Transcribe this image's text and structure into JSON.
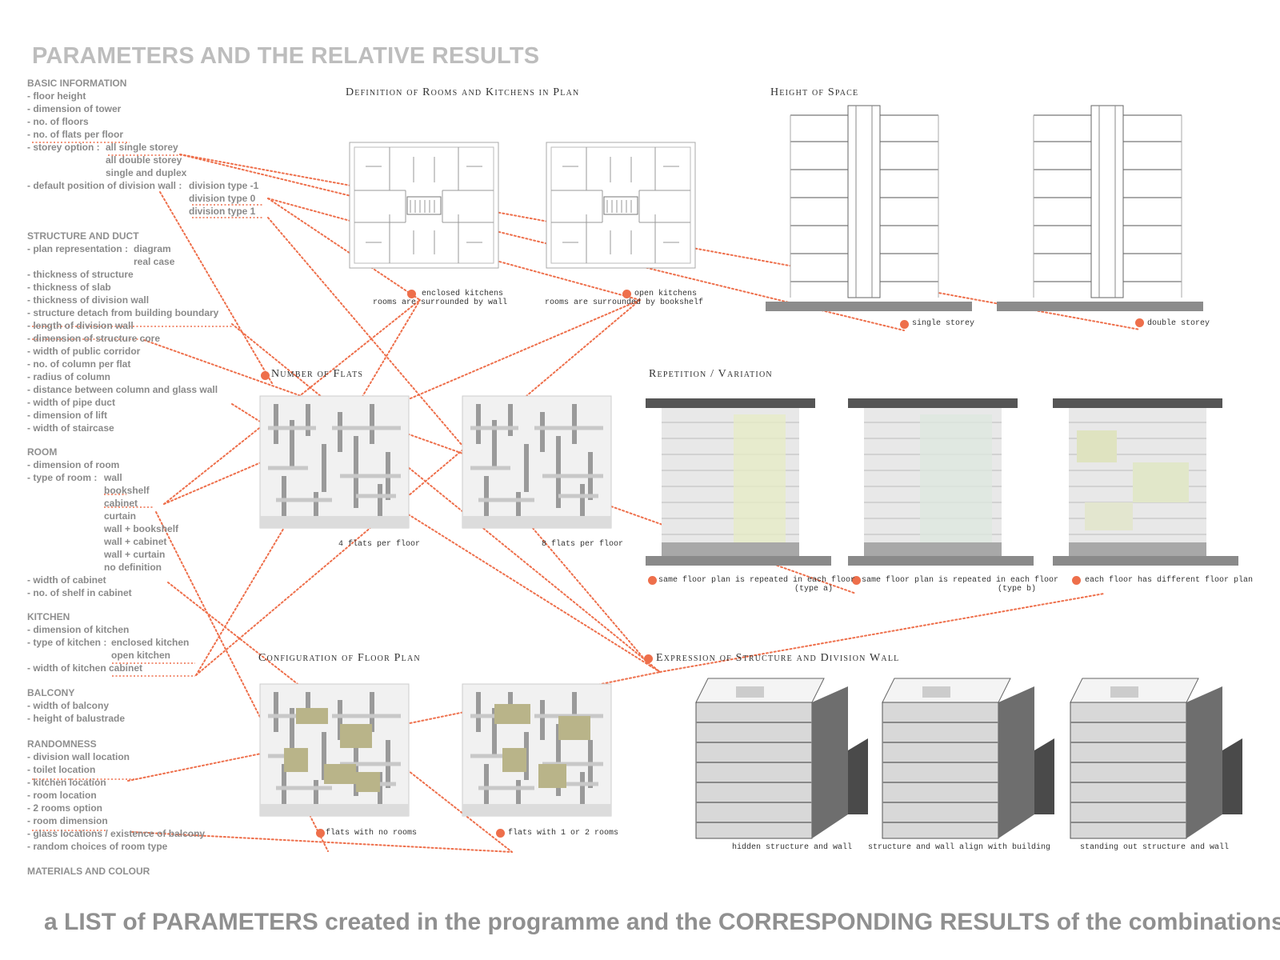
{
  "title": "PARAMETERS AND THE RELATIVE RESULTS",
  "caption": "a LIST of PARAMETERS created in the programme and the CORRESPONDING RESULTS of the combinations",
  "colors": {
    "accent": "#ee6f4b",
    "title": "#bdbdbd",
    "text": "#8a8a8a",
    "olive": "#b9b489"
  },
  "parameters": {
    "basic": {
      "heading": "BASIC INFORMATION",
      "items": [
        "- floor height",
        "- dimension of tower",
        "- no. of floors",
        "- no. of flats per floor",
        "- storey option :",
        "- default position of division wall :"
      ],
      "storey_options": [
        "all single storey",
        "all double storey",
        "single and duplex"
      ],
      "division_options": [
        "division type -1",
        "division type 0",
        "division type 1"
      ]
    },
    "structure": {
      "heading": "STRUCTURE AND DUCT",
      "items": [
        "- plan representation :",
        "- thickness of structure",
        "- thickness of slab",
        "- thickness of division wall",
        "- structure detach from building boundary",
        "- length of division wall",
        "- dimension of structure core",
        "- width of public corridor",
        "- no. of column per flat",
        "- radius of column",
        "- distance between column and glass wall",
        "- width of pipe duct",
        "- dimension of lift",
        "- width of staircase"
      ],
      "plan_options": [
        "diagram",
        "real case"
      ]
    },
    "room": {
      "heading": "ROOM",
      "items": [
        "- dimension of room",
        "- type of room :",
        "- width of cabinet",
        "- no. of shelf in cabinet"
      ],
      "room_types": [
        "wall",
        "bookshelf",
        "cabinet",
        "curtain",
        "wall + bookshelf",
        "wall + cabinet",
        "wall + curtain",
        "no definition"
      ]
    },
    "kitchen": {
      "heading": "KITCHEN",
      "items": [
        "- dimension of kitchen",
        "- type of kitchen :",
        "- width of kitchen cabinet"
      ],
      "kitchen_types": [
        "enclosed kitchen",
        "open kitchen"
      ]
    },
    "balcony": {
      "heading": "BALCONY",
      "items": [
        "- width of balcony",
        "- height of balustrade"
      ]
    },
    "randomness": {
      "heading": "RANDOMNESS",
      "items": [
        "- division wall location",
        "- toilet location",
        "- kitchen location",
        "- room location",
        "- 2 rooms option",
        "- room dimension",
        "- glass locations / existence of balcony",
        "- random choices of room type"
      ]
    },
    "materials": {
      "heading": "MATERIALS AND COLOUR"
    }
  },
  "sections": {
    "rooms_kitchens": {
      "title": "Definition of Rooms and Kitchens in Plan",
      "captions": [
        {
          "line1": "enclosed kitchens",
          "line2": "rooms are surrounded by wall"
        },
        {
          "line1": "open kitchens",
          "line2": "rooms are surrounded by bookshelf"
        }
      ]
    },
    "height": {
      "title": "Height of Space",
      "captions": [
        "single storey",
        "double storey"
      ]
    },
    "flats": {
      "title": "Number of Flats",
      "captions": [
        "4 flats per floor",
        "8 flats per floor"
      ]
    },
    "repetition": {
      "title": "Repetition / Variation",
      "captions": [
        {
          "line1": "same floor plan is repeated in each floor",
          "line2": "(type a)"
        },
        {
          "line1": "same floor plan is repeated in each floor",
          "line2": "(type b)"
        },
        {
          "line1": "each floor has different floor plan",
          "line2": ""
        }
      ]
    },
    "configuration": {
      "title": "Configuration of Floor Plan",
      "captions": [
        "flats with no rooms",
        "flats with 1 or 2 rooms"
      ]
    },
    "expression": {
      "title": "Expression of Structure and Division Wall",
      "captions": [
        "hidden structure and wall",
        "structure and wall align with building",
        "standing out structure and wall"
      ]
    }
  }
}
